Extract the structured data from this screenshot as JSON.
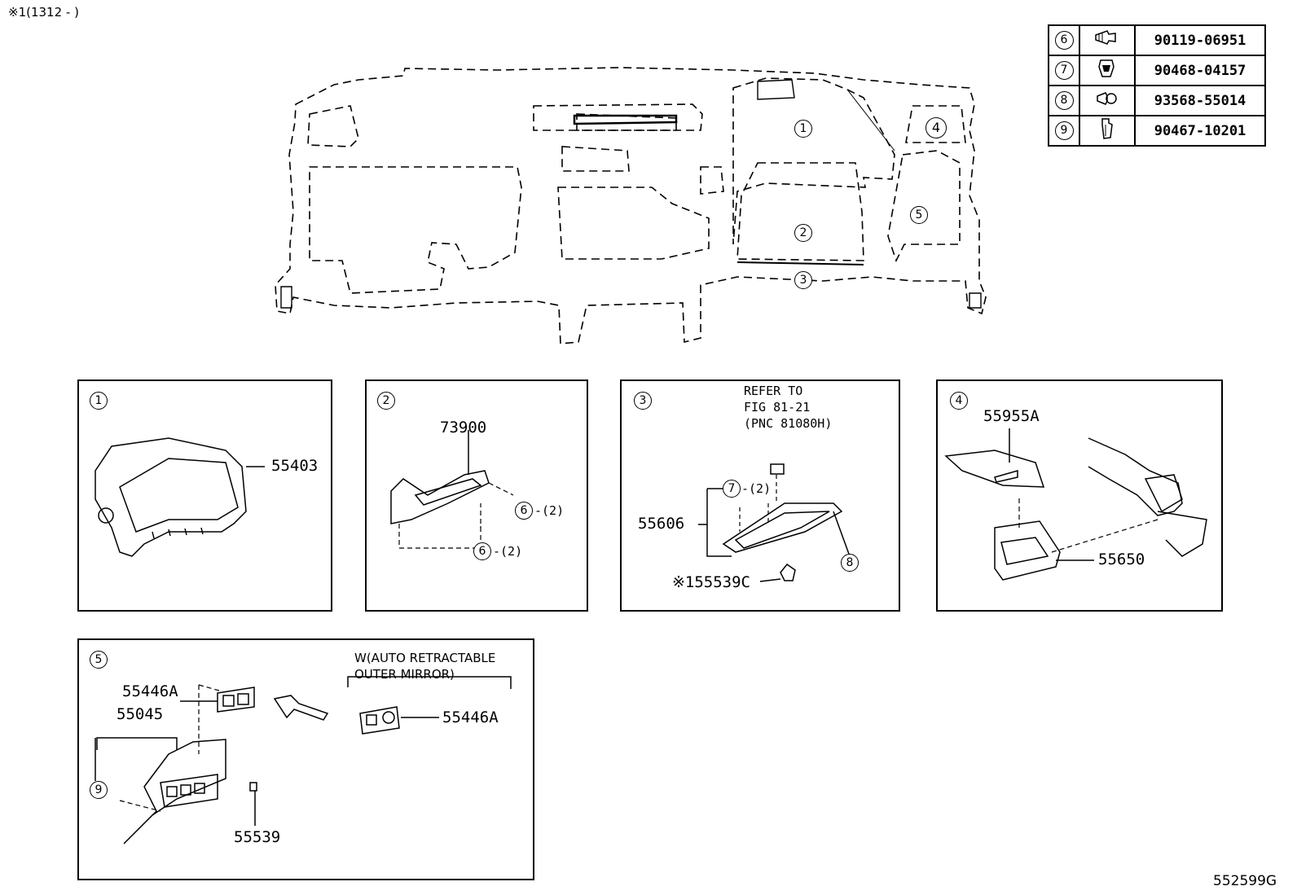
{
  "header": {
    "note": "※1(1312 -    )",
    "figure_id": "552599G"
  },
  "legend": [
    {
      "ref": "6",
      "icon": "bolt-icon",
      "part": "90119-06951"
    },
    {
      "ref": "7",
      "icon": "clip-icon",
      "part": "90468-04157"
    },
    {
      "ref": "8",
      "icon": "screw-icon",
      "part": "93568-55014"
    },
    {
      "ref": "9",
      "icon": "nut-clip-icon",
      "part": "90467-10201"
    }
  ],
  "overview_callouts": [
    "1",
    "2",
    "3",
    "4",
    "5"
  ],
  "panels": [
    {
      "num": "1",
      "parts": [
        "55403"
      ]
    },
    {
      "num": "2",
      "parts": [
        "73900"
      ],
      "fasteners": [
        "6",
        "6"
      ],
      "qty": [
        "-(2)",
        "-(2)"
      ]
    },
    {
      "num": "3",
      "parts": [
        "55606",
        "※155539C"
      ],
      "fasteners": [
        "7",
        "8"
      ],
      "qty": [
        "-(2)"
      ],
      "refer": [
        "REFER TO",
        "FIG 81-21",
        "(PNC 81080H)"
      ]
    },
    {
      "num": "4",
      "parts": [
        "55955A",
        "55650"
      ]
    },
    {
      "num": "5",
      "parts": [
        "55446A",
        "55045",
        "55539",
        "55446A"
      ],
      "fasteners": [
        "9"
      ],
      "variant": [
        "W(AUTO RETRACTABLE",
        "OUTER MIRROR)"
      ]
    }
  ]
}
